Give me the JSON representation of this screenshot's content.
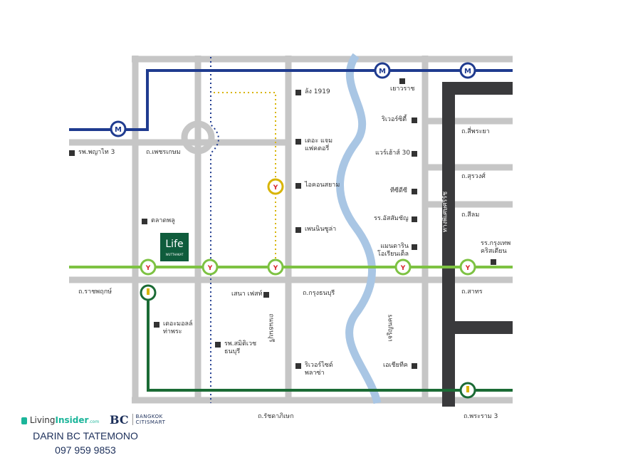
{
  "colors": {
    "road": "#c6c6c6",
    "expressway": "#3a3a3c",
    "river": "#a9c6e4",
    "mrt_blue": "#1f3b8f",
    "bts_light_green": "#7dc242",
    "bts_dark_green": "#1b6b35",
    "gold_line": "#d8b400",
    "project": "#0f5c3c"
  },
  "project": {
    "logo_text": "Life",
    "sub_text": "WUTTHAKAT"
  },
  "roads": {
    "phetkasem": "ถ.เพชรเกษม",
    "ratchaphruek": "ถ.ราชพฤกษ์",
    "krung_thonburi": "ถ.กรุงธนบุรี",
    "ratchadaphisek": "ถ.รัชดาภิเษก",
    "rama3": "ถ.พระราม 3",
    "si_phraya": "ถ.สี่พระยา",
    "surawong": "ถ.สุรวงศ์",
    "silom": "ถ.สีลม",
    "sathorn": "ถ.สาทร",
    "thonburi_road": "ถนนธนบุรี",
    "charoen_nakhon": "เจริญนคร",
    "expressway": "ทางพิเศษศรีรัช"
  },
  "pois": [
    {
      "name": "รพ.พญาไท 3"
    },
    {
      "name": "ล้ง 1919"
    },
    {
      "name": "เดอะ แจม แฟคตอรี่"
    },
    {
      "name": "ไอคอนสยาม"
    },
    {
      "name": "เพนนินซูล่า"
    },
    {
      "name": "ตลาดพลู"
    },
    {
      "name": "เยาวราช"
    },
    {
      "name": "ริเวอร์ซิตี้"
    },
    {
      "name": "แวร์เฮ้าส์ 30"
    },
    {
      "name": "ทีซีดีซี"
    },
    {
      "name": "รร.อัสสัมชัญ"
    },
    {
      "name": "แมนดาริน โอเรียนเต็ล"
    },
    {
      "name": "รร.กรุงเทพ คริสเตียน"
    },
    {
      "name": "เสนา เฟสท์"
    },
    {
      "name": "เดอะมอลล์ ท่าพระ"
    },
    {
      "name": "รพ.สมิติเวช ธนบุรี"
    },
    {
      "name": "ริเวอร์ไซด์ พลาซ่า"
    },
    {
      "name": "เอเชียทีค"
    }
  ],
  "footer": {
    "brand1_a": "Living",
    "brand1_b": "Insider",
    "brand1_c": ".com",
    "brand2_mark": "BC",
    "brand2_line1": "BANGKOK",
    "brand2_line2": "CITISMART",
    "agent_name": "DARIN BC TATEMONO",
    "phone": "097 959 9853"
  }
}
